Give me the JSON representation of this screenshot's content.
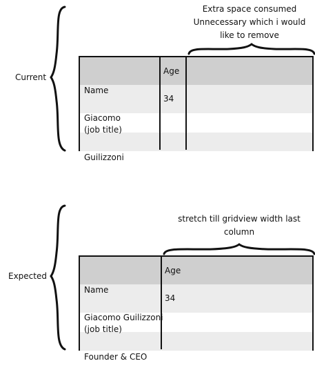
{
  "current": {
    "label": "Current",
    "annotation": [
      "Extra space consumed",
      "Unnecessary which i would",
      "like to remove"
    ],
    "header": {
      "name": [
        "Name",
        "(job title)"
      ],
      "age": "Age"
    },
    "rows": [
      {
        "name": [
          "Giacomo",
          "Guilizzoni"
        ],
        "age": "34"
      }
    ]
  },
  "expected": {
    "label": "Expected",
    "annotation": [
      "stretch till gridview width last",
      "column"
    ],
    "header": {
      "name": [
        "Name",
        "(job title)"
      ],
      "age": "Age"
    },
    "rows": [
      {
        "name": [
          "Giacomo Guilizzoni",
          "Founder & CEO"
        ],
        "age": "34"
      }
    ]
  }
}
